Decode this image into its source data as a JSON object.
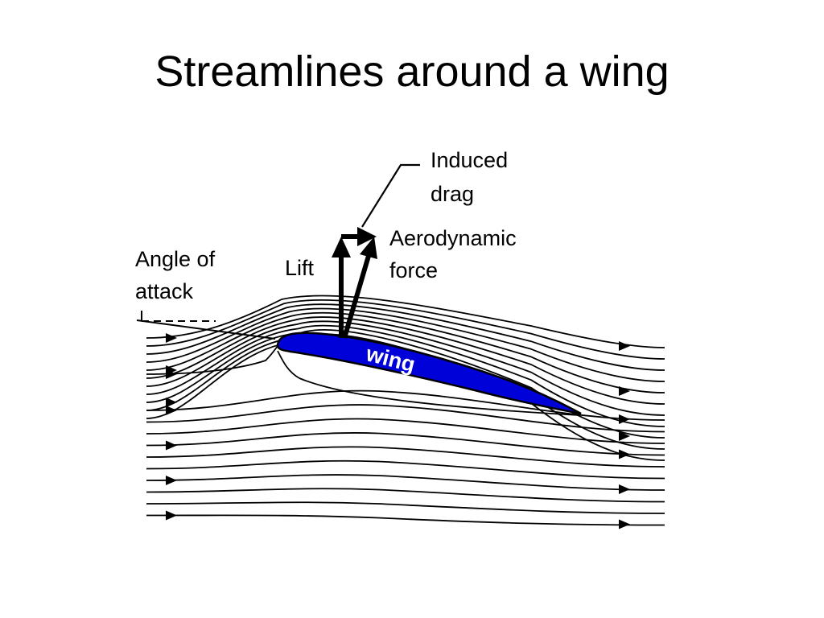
{
  "slide": {
    "title": "Streamlines around a wing"
  },
  "diagram": {
    "labels": {
      "angle_of_attack": [
        "Angle of",
        "attack"
      ],
      "lift": "Lift",
      "induced_drag": [
        "Induced",
        "drag"
      ],
      "aerodynamic_force": [
        "Aerodynamic",
        "force"
      ],
      "wing": "wing"
    },
    "colors": {
      "wing_fill": "#0000d8",
      "ink": "#000000",
      "background": "#ffffff"
    },
    "streamline_count_above": 11,
    "streamline_count_below": 10
  }
}
